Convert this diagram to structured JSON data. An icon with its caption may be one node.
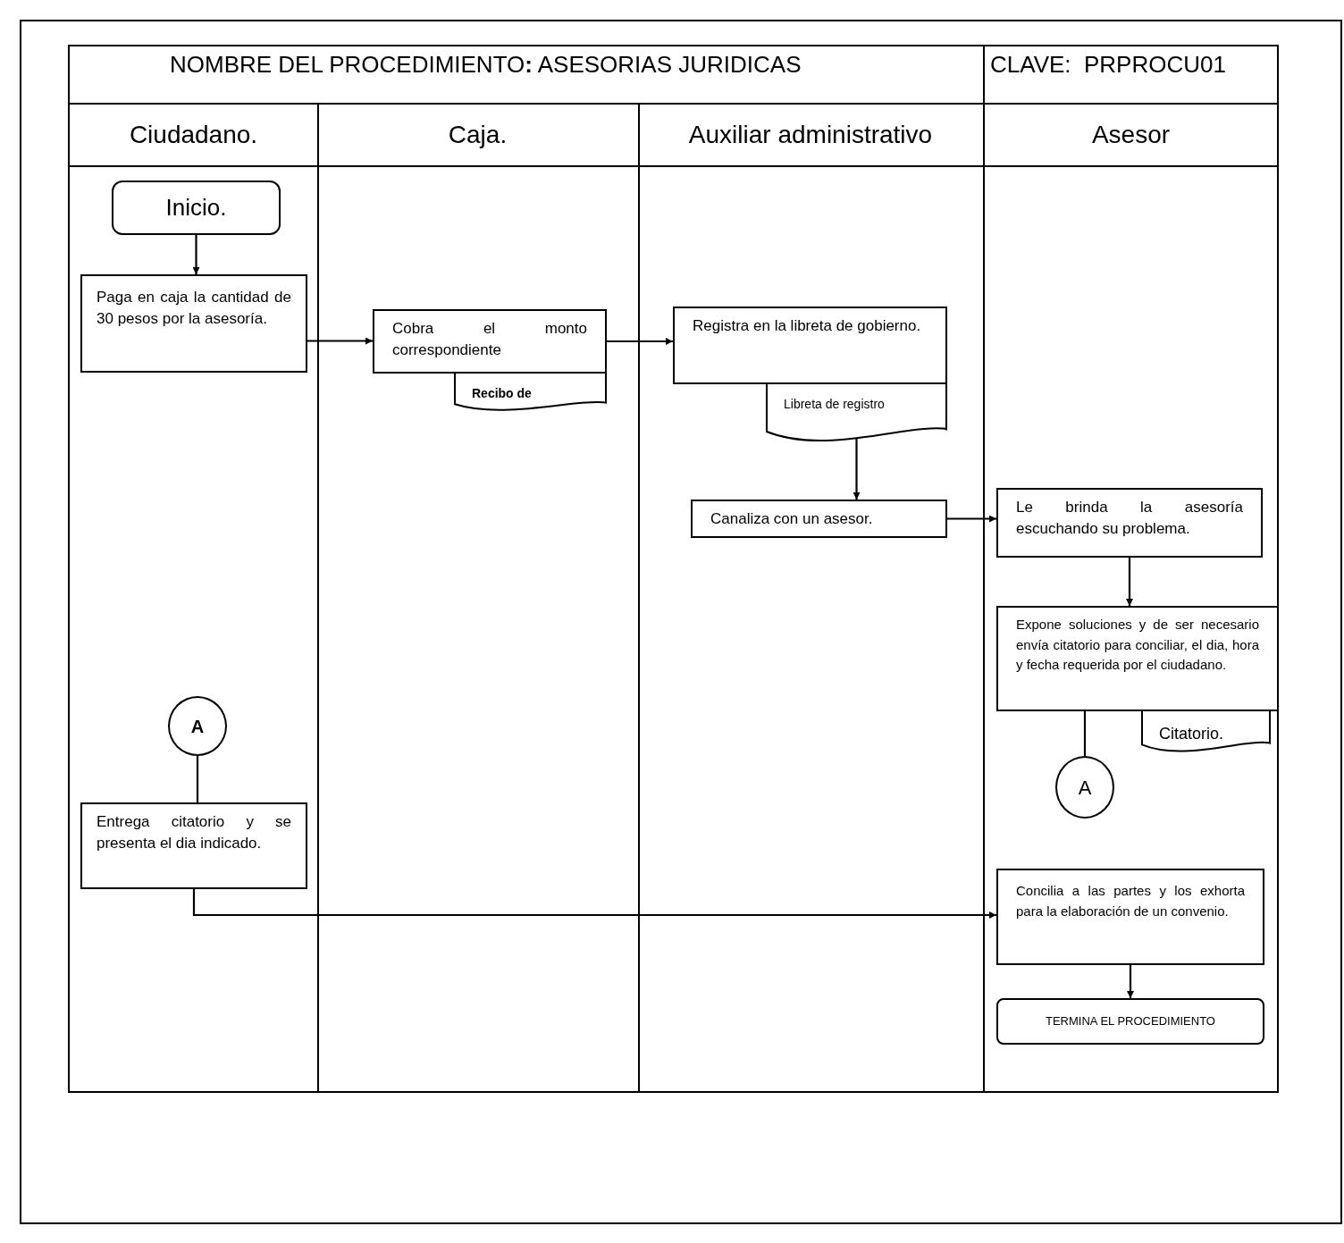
{
  "diagram": {
    "title": "NOMBRE DEL PROCEDIMIENTO**:** ASESORIAS JURIDICAS",
    "nodes": [
      {
        "text": [
          "Inicio."
        ]
      },
      {
        "text": [
          "Paga en caja la cantidad de 30 pesos por la asesoría."
        ]
      },
      {
        "text": [
          "Cobra el monto correspondiente"
        ]
      },
      {
        "text": [
          "Recibo de"
        ]
      },
      {
        "text": [
          "Registra en la libreta de gobierno."
        ]
      },
      {
        "text": [
          "Libreta de registro"
        ]
      },
      {
        "text": [
          "Canaliza con un asesor."
        ]
      },
      {
        "text": [
          "Le brinda la asesoría escuchando su problema."
        ]
      },
      {
        "text": [
          "Expone soluciones y de ser necesario envía citatorio para conciliar, el dia, hora y fecha requerida por el ciudadano."
        ]
      },
      {
        "text": [
          "Citatorio."
        ]
      },
      {
        "text": [
          "A"
        ]
      },
      {
        "text": [
          "A"
        ]
      },
      {
        "text": [
          "Entrega citatorio y se presenta el dia indicado."
        ]
      },
      {
        "text": [
          "Concilia a las partes y los exhorta para la elaboración de un convenio."
        ]
      },
      {
        "text": [
          "TERMINA EL PROCEDIMIENTO"
        ]
      }
    ],
    "edges": [
      {
        "from": 0,
        "to": 1,
        "arrow": "to"
      },
      {
        "from": 1,
        "to": 2,
        "arrow": "to"
      },
      {
        "from": 2,
        "to": 4,
        "arrow": "to"
      },
      {
        "from": 5,
        "to": 6,
        "arrow": "to"
      },
      {
        "from": 6,
        "to": 7,
        "arrow": "to"
      },
      {
        "from": 7,
        "to": 8,
        "arrow": "to"
      },
      {
        "from": 8,
        "to": 10,
        "arrow": "none"
      },
      {
        "from": 11,
        "to": 12,
        "arrow": "none"
      },
      {
        "from": 12,
        "to": 13,
        "arrow": "to"
      },
      {
        "from": 13,
        "to": 14,
        "arrow": "to"
      }
    ],
    "labels": [
      "CLAVE:  PRPROCU01",
      "Ciudadano.",
      "Caja.",
      "Auxiliar administrativo",
      "Asesor"
    ]
  }
}
